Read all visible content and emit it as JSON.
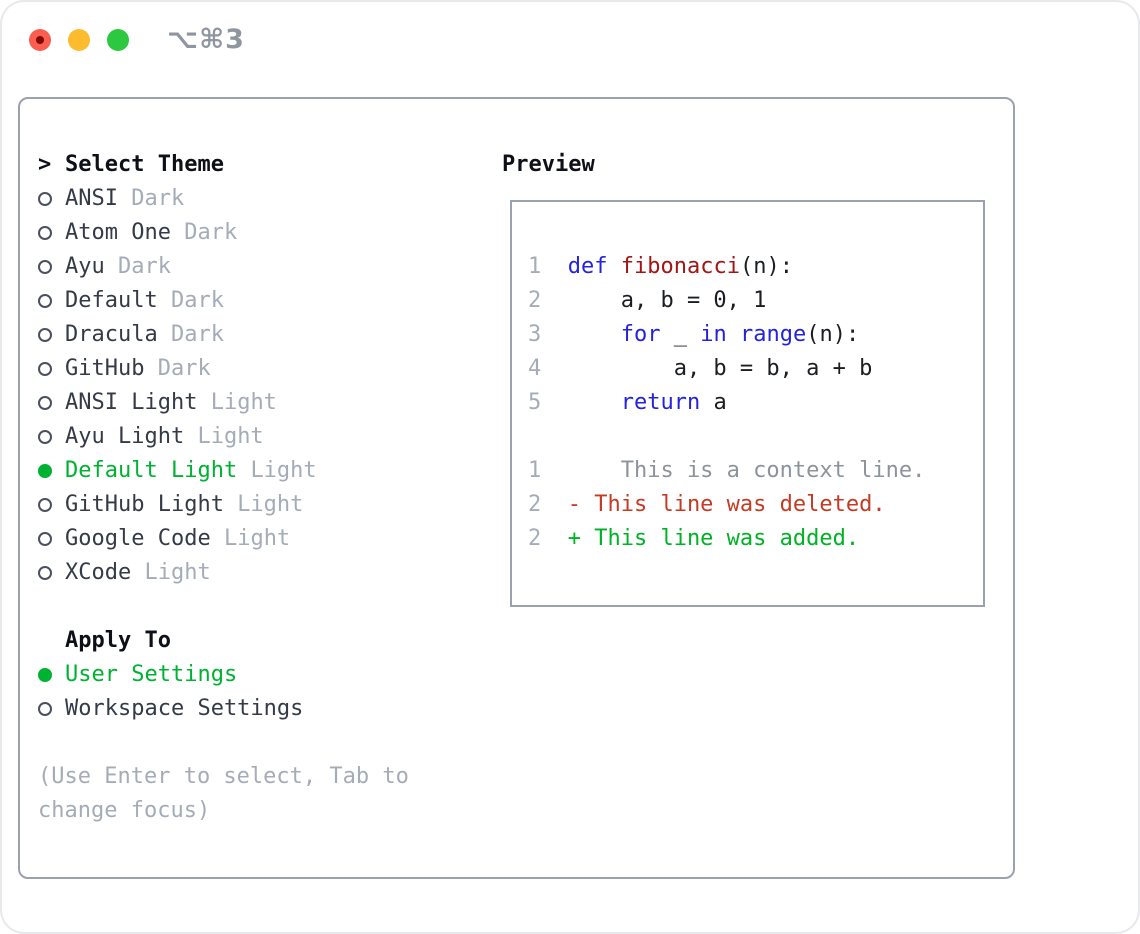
{
  "window": {
    "shortcut": "⌥⌘3"
  },
  "colors": {
    "accent_green": "#00b232",
    "heading": "#0d1117",
    "text": "#343b46",
    "muted": "#a4acb8",
    "border": "#9aa2ae",
    "kw": "#2323dd",
    "fn": "#a31515",
    "code_text": "#1a1d21",
    "ctx": "#8d939c",
    "del": "#c53a22",
    "add": "#00b226",
    "line_num": "#a4acb8",
    "traffic_red": "#fb5d51",
    "traffic_red_dot": "#7d0b01",
    "traffic_yellow": "#fdbc2e",
    "traffic_green": "#2bc840",
    "shortcut_text": "#8f969f"
  },
  "theme_picker": {
    "title_prefix": ">",
    "title": "Select Theme",
    "items": [
      {
        "name": "ANSI",
        "variant": "Dark",
        "selected": false
      },
      {
        "name": "Atom One",
        "variant": "Dark",
        "selected": false
      },
      {
        "name": "Ayu",
        "variant": "Dark",
        "selected": false
      },
      {
        "name": "Default",
        "variant": "Dark",
        "selected": false
      },
      {
        "name": "Dracula",
        "variant": "Dark",
        "selected": false
      },
      {
        "name": "GitHub",
        "variant": "Dark",
        "selected": false
      },
      {
        "name": "ANSI Light",
        "variant": "Light",
        "selected": false
      },
      {
        "name": "Ayu Light",
        "variant": "Light",
        "selected": false
      },
      {
        "name": "Default Light",
        "variant": "Light",
        "selected": true
      },
      {
        "name": "GitHub Light",
        "variant": "Light",
        "selected": false
      },
      {
        "name": "Google Code",
        "variant": "Light",
        "selected": false
      },
      {
        "name": "XCode",
        "variant": "Light",
        "selected": false
      }
    ],
    "apply_to": {
      "title": "Apply To",
      "items": [
        {
          "name": "User Settings",
          "selected": true
        },
        {
          "name": "Workspace Settings",
          "selected": false
        }
      ]
    },
    "hint": "(Use Enter to select, Tab to change focus)"
  },
  "preview": {
    "title": "Preview",
    "lines": [
      {
        "num": "1",
        "segments": [
          [
            "def",
            "kw"
          ],
          [
            " ",
            "pl"
          ],
          [
            "fibonacci",
            "fn"
          ],
          [
            "(n):",
            "pl"
          ]
        ]
      },
      {
        "num": "2",
        "segments": [
          [
            "    a, b = 0, 1",
            "pl"
          ]
        ]
      },
      {
        "num": "3",
        "segments": [
          [
            "    ",
            "pl"
          ],
          [
            "for",
            "kw"
          ],
          [
            " _ ",
            "pl"
          ],
          [
            "in",
            "kw"
          ],
          [
            " ",
            "pl"
          ],
          [
            "range",
            "kw"
          ],
          [
            "(n):",
            "pl"
          ]
        ]
      },
      {
        "num": "4",
        "segments": [
          [
            "        a, b = b, a + b",
            "pl"
          ]
        ]
      },
      {
        "num": "5",
        "segments": [
          [
            "    ",
            "pl"
          ],
          [
            "return",
            "kw"
          ],
          [
            " a",
            "pl"
          ]
        ]
      },
      {
        "num": "",
        "segments": []
      },
      {
        "num": "1",
        "segments": [
          [
            "    This is a context line.",
            "ctx"
          ]
        ]
      },
      {
        "num": "2",
        "segments": [
          [
            "- This line was deleted.",
            "del"
          ]
        ]
      },
      {
        "num": "2",
        "segments": [
          [
            "+ This line was added.",
            "add"
          ]
        ]
      }
    ]
  }
}
